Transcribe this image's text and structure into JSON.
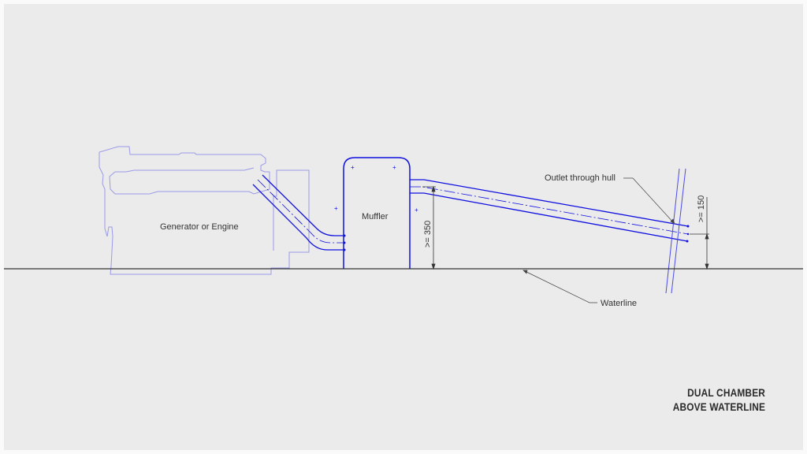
{
  "labels": {
    "engine": "Generator or Engine",
    "muffler": "Muffler",
    "outlet": "Outlet through hull",
    "waterline": "Waterline",
    "dim_muffler_outlet": ">= 350",
    "dim_hull_outlet": ">= 150"
  },
  "title": {
    "line1": "DUAL CHAMBER",
    "line2": "ABOVE WATERLINE"
  },
  "colors": {
    "pipe": "#1010e0",
    "engine_outline": "#9a9ae8",
    "waterline": "#333333",
    "background": "#ebebeb"
  }
}
